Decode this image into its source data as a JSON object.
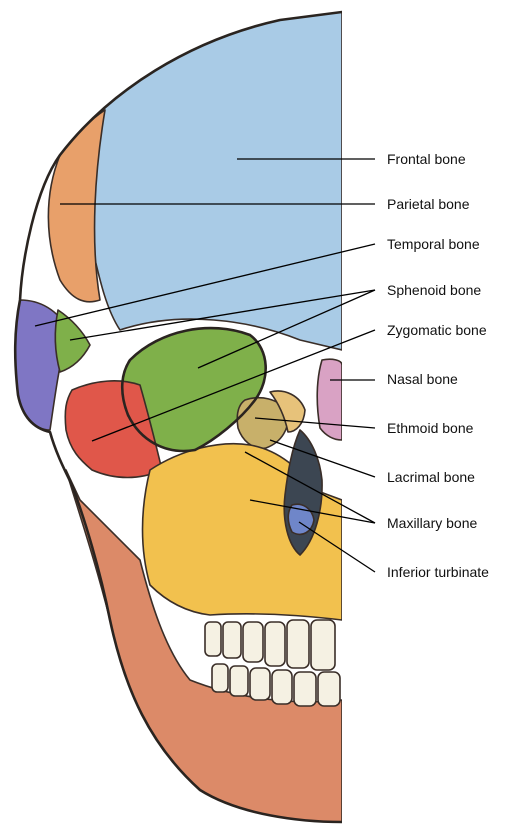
{
  "labels": [
    {
      "id": "frontal",
      "text": "Frontal bone"
    },
    {
      "id": "parietal",
      "text": "Parietal bone"
    },
    {
      "id": "temporal",
      "text": "Temporal bone"
    },
    {
      "id": "sphenoid",
      "text": "Sphenoid bone"
    },
    {
      "id": "zygomatic",
      "text": "Zygomatic bone"
    },
    {
      "id": "nasal",
      "text": "Nasal bone"
    },
    {
      "id": "ethmoid",
      "text": "Ethmoid bone"
    },
    {
      "id": "lacrimal",
      "text": "Lacrimal bone"
    },
    {
      "id": "maxillary",
      "text": "Maxillary bone"
    },
    {
      "id": "inferior_turbinate",
      "text": "Inferior turbinate"
    }
  ],
  "colors": {
    "frontal": "#a9cbe6",
    "parietal": "#e8a06a",
    "temporal": "#7f76c4",
    "sphenoid": "#7fb04a",
    "zygomatic": "#e0574a",
    "nasal": "#d9a2c4",
    "ethmoid": "#c8b06a",
    "lacrimal": "#e7c27a",
    "maxillary": "#f2c14e",
    "inferior_turbinate": "#6f86c9",
    "mandible": "#dc8a68",
    "teeth": "#f5f1e3",
    "outline": "#2a2420"
  }
}
